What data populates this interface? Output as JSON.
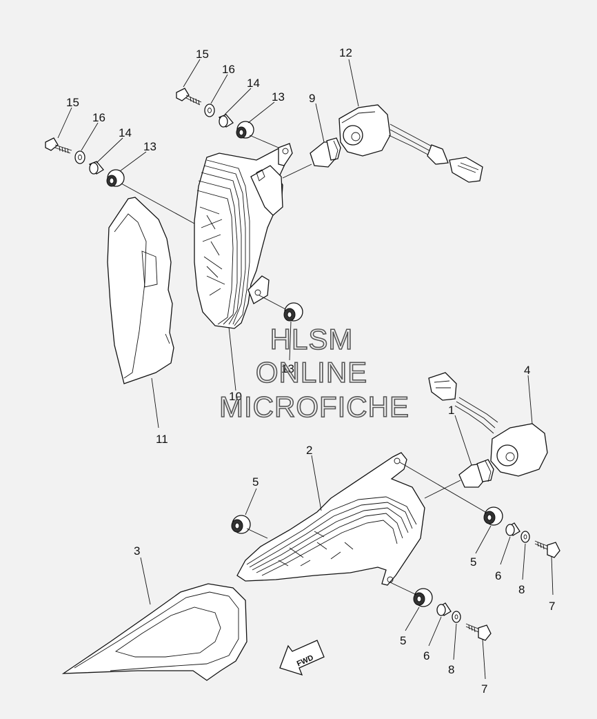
{
  "watermark": {
    "line1": "HLSM",
    "line2": "ONLINE",
    "line3": "MICROFICHE"
  },
  "direction_badge": "FWD",
  "callouts": [
    {
      "id": "c15a",
      "text": "15"
    },
    {
      "id": "c16a",
      "text": "16"
    },
    {
      "id": "c14a",
      "text": "14"
    },
    {
      "id": "c13a",
      "text": "13"
    },
    {
      "id": "c12",
      "text": "12"
    },
    {
      "id": "c9",
      "text": "9"
    },
    {
      "id": "c15b",
      "text": "15"
    },
    {
      "id": "c16b",
      "text": "16"
    },
    {
      "id": "c14b",
      "text": "14"
    },
    {
      "id": "c13b",
      "text": "13"
    },
    {
      "id": "c13c",
      "text": "13"
    },
    {
      "id": "c10",
      "text": "10"
    },
    {
      "id": "c11",
      "text": "11"
    },
    {
      "id": "c4",
      "text": "4"
    },
    {
      "id": "c1",
      "text": "1"
    },
    {
      "id": "c2",
      "text": "2"
    },
    {
      "id": "c5a",
      "text": "5"
    },
    {
      "id": "c5b",
      "text": "5"
    },
    {
      "id": "c6a",
      "text": "6"
    },
    {
      "id": "c8a",
      "text": "8"
    },
    {
      "id": "c7a",
      "text": "7"
    },
    {
      "id": "c3",
      "text": "3"
    },
    {
      "id": "c5c",
      "text": "5"
    },
    {
      "id": "c6b",
      "text": "6"
    },
    {
      "id": "c8b",
      "text": "8"
    },
    {
      "id": "c7b",
      "text": "7"
    }
  ]
}
